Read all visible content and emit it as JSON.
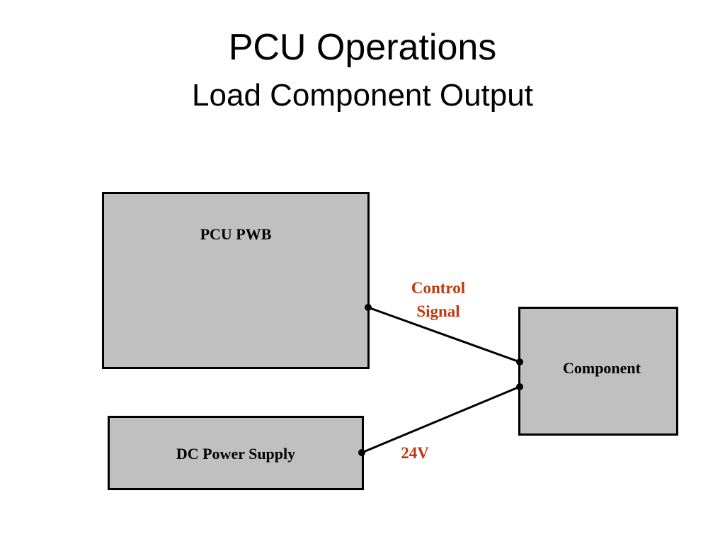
{
  "title": "PCU Operations",
  "subtitle": "Load Component Output",
  "nodes": {
    "pcu_pwb": "PCU PWB",
    "component": "Component",
    "dc_power_supply": "DC Power Supply"
  },
  "connections": {
    "control_signal_line1": "Control",
    "control_signal_line2": "Signal",
    "voltage": "24V"
  },
  "colors": {
    "box_fill": "#c0c0c0",
    "box_border": "#000000",
    "connection_label": "#c0390b"
  }
}
